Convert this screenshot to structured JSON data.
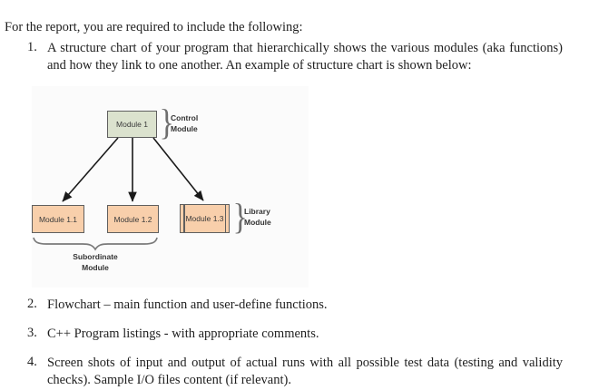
{
  "intro": "For the report, you are required to include the following:",
  "list": {
    "items": [
      {
        "number": "1.",
        "text": "A structure chart of your program that hierarchically shows the various modules (aka functions) and how they link to one another. An example of structure chart is shown below:"
      },
      {
        "number": "2.",
        "text": "Flowchart – main function and user-define functions."
      },
      {
        "number": "3.",
        "text": "C++ Program listings - with appropriate comments."
      },
      {
        "number": "4.",
        "text": "Screen shots of input and output of actual runs with all possible test data (testing and validity checks).  Sample I/O files content (if relevant)."
      }
    ]
  },
  "diagram": {
    "boxes": {
      "module1": "Module 1",
      "module11": "Module 1.1",
      "module12": "Module 1.2",
      "module13": "Module 1.3"
    },
    "labels": {
      "control": "Control\nModule",
      "library": "Library\nModule",
      "subordinate_line1": "Subordinate",
      "subordinate_line2": "Module"
    },
    "brace_glyph": "}",
    "colors": {
      "control_fill": "#dbe2ce",
      "subordinate_fill": "#f8cfab",
      "box_border": "#5f5f5f",
      "arrow": "#1a1a1a",
      "brace": "#6e6e6e"
    }
  }
}
